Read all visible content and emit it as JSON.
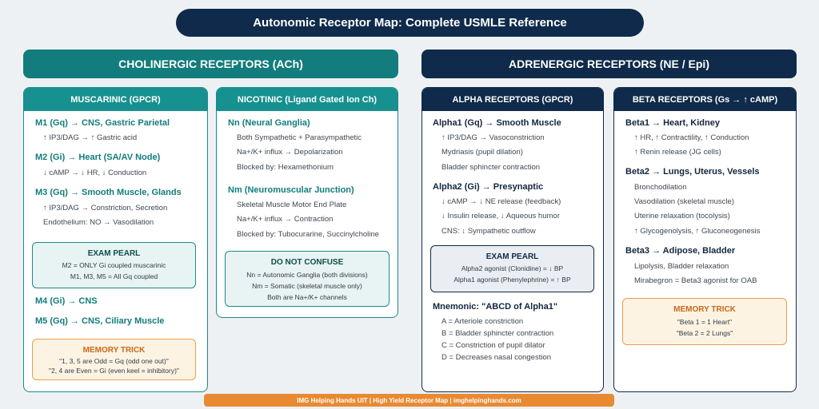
{
  "title": "Autonomic Receptor Map: Complete USMLE Reference",
  "cholinergic": {
    "header": "CHOLINERGIC RECEPTORS (ACh)",
    "muscarinic": {
      "header": "MUSCARINIC (GPCR)",
      "m1": {
        "title": "M1 (Gq) → CNS, Gastric Parietal",
        "lines": [
          "↑ IP3/DAG → ↑ Gastric acid"
        ]
      },
      "m2": {
        "title": "M2 (Gi) → Heart (SA/AV Node)",
        "lines": [
          "↓ cAMP → ↓ HR, ↓ Conduction"
        ]
      },
      "m3": {
        "title": "M3 (Gq) → Smooth Muscle, Glands",
        "lines": [
          "↑ IP3/DAG → Constriction, Secretion",
          "Endothelium: NO → Vasodilation"
        ]
      },
      "pearl": {
        "title": "EXAM PEARL",
        "lines": [
          "M2 = ONLY Gi coupled muscarinic",
          "M1, M3, M5 = All Gq coupled"
        ]
      },
      "m4": {
        "title": "M4 (Gi) → CNS"
      },
      "m5": {
        "title": "M5 (Gq) → CNS, Ciliary Muscle"
      },
      "trick": {
        "title": "MEMORY TRICK",
        "lines": [
          "\"1, 3, 5 are Odd = Gq (odd one out)\"",
          "\"2, 4 are Even = Gi (even keel = inhibitory)\""
        ]
      }
    },
    "nicotinic": {
      "header": "NICOTINIC (Ligand Gated Ion Ch)",
      "nn": {
        "title": "Nn (Neural Ganglia)",
        "lines": [
          "Both Sympathetic + Parasympathetic",
          "Na+/K+ influx → Depolarization",
          "Blocked by: Hexamethonium"
        ]
      },
      "nm": {
        "title": "Nm (Neuromuscular Junction)",
        "lines": [
          "Skeletal Muscle Motor End Plate",
          "Na+/K+ influx → Contraction",
          "Blocked by: Tubocurarine, Succinylcholine"
        ]
      },
      "confuse": {
        "title": "DO NOT CONFUSE",
        "lines": [
          "Nn = Autonomic Ganglia (both divisions)",
          "Nm = Somatic (skeletal muscle only)",
          "Both are Na+/K+ channels"
        ]
      }
    }
  },
  "adrenergic": {
    "header": "ADRENERGIC RECEPTORS (NE / Epi)",
    "alpha": {
      "header": "ALPHA RECEPTORS (GPCR)",
      "a1": {
        "title": "Alpha1 (Gq) → Smooth Muscle",
        "lines": [
          "↑ IP3/DAG → Vasoconstriction",
          "Mydriasis (pupil dilation)",
          "Bladder sphincter contraction"
        ]
      },
      "a2": {
        "title": "Alpha2 (Gi) → Presynaptic",
        "lines": [
          "↓ cAMP → ↓ NE release (feedback)",
          "↓ Insulin release, ↓ Aqueous humor",
          "CNS: ↓ Sympathetic outflow"
        ]
      },
      "pearl": {
        "title": "EXAM PEARL",
        "lines": [
          "Alpha2 agonist (Clonidine) = ↓ BP",
          "Alpha1 agonist (Phenylephrine) = ↑ BP"
        ]
      },
      "mnemonic": {
        "title": "Mnemonic: \"ABCD of Alpha1\"",
        "lines": [
          "A = Arteriole constriction",
          "B = Bladder sphincter contraction",
          "C = Constriction of pupil dilator",
          "D = Decreases nasal congestion"
        ]
      }
    },
    "beta": {
      "header": "BETA RECEPTORS (Gs → ↑ cAMP)",
      "b1": {
        "title": "Beta1 → Heart, Kidney",
        "lines": [
          "↑ HR, ↑ Contractility, ↑ Conduction",
          "↑ Renin release (JG cells)"
        ]
      },
      "b2": {
        "title": "Beta2 → Lungs, Uterus, Vessels",
        "lines": [
          "Bronchodilation",
          "Vasodilation (skeletal muscle)",
          "Uterine relaxation (tocolysis)",
          "↑ Glycogenolysis, ↑ Gluconeogenesis"
        ]
      },
      "b3": {
        "title": "Beta3 → Adipose, Bladder",
        "lines": [
          "Lipolysis, Bladder relaxation",
          "Mirabegron = Beta3 agonist for OAB"
        ]
      },
      "trick": {
        "title": "MEMORY TRICK",
        "lines": [
          "\"Beta 1 = 1 Heart\"",
          "\"Beta 2 = 2 Lungs\""
        ]
      }
    }
  },
  "footer": "IMG Helping Hands UIT | High Yield Receptor Map | imghelpinghands.com"
}
